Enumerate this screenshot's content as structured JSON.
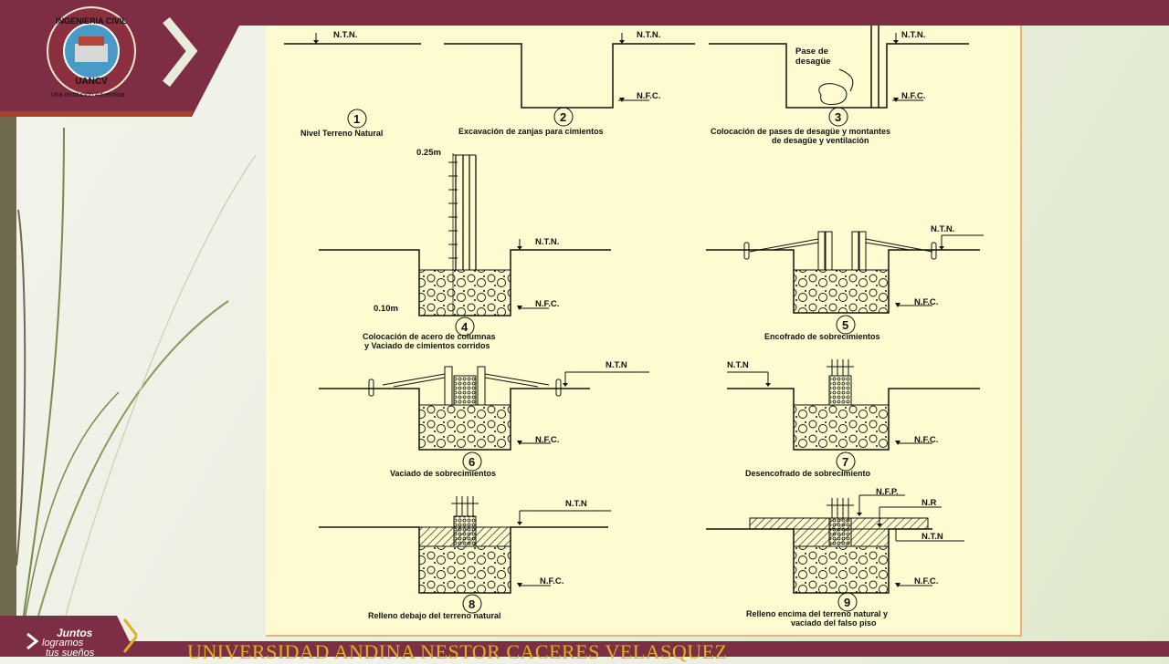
{
  "logo": {
    "line1": "INGENIERIA CIVIL",
    "line2": "UANCV",
    "tagline": "Una Institución Adventista"
  },
  "badge": {
    "line1": "Juntos",
    "line2": "logramos",
    "line3": "tus sueños"
  },
  "footer": {
    "text": "UNIVERSIDAD ANDINA NESTOR CACERES VELASQUEZ"
  },
  "diagram": {
    "ntn": "N.T.N.",
    "nfc": "N.F.C.",
    "ntn_short": "N.T.N",
    "nfp": "N.F.P.",
    "nr": "N.R",
    "pase": "Pase de",
    "desague": "desagüe",
    "dim_top": "0.25m",
    "dim_bottom": "0.10m",
    "steps": [
      {
        "n": "1",
        "caption": "Nivel Terreno Natural",
        "caption2": ""
      },
      {
        "n": "2",
        "caption": "Excavación de zanjas para cimientos",
        "caption2": ""
      },
      {
        "n": "3",
        "caption": "Colocación de pases de desagüe y montantes",
        "caption2": "de desagüe y ventilación"
      },
      {
        "n": "4",
        "caption": "Colocación de acero de columnas",
        "caption2": "y Vaciado de cimientos corridos"
      },
      {
        "n": "5",
        "caption": "Encofrado de sobrecimientos",
        "caption2": ""
      },
      {
        "n": "6",
        "caption": "Vaciado de sobrecimientos",
        "caption2": ""
      },
      {
        "n": "7",
        "caption": "Desencofrado de sobrecimiento",
        "caption2": ""
      },
      {
        "n": "8",
        "caption": "Relleno debajo del terreno natural",
        "caption2": ""
      },
      {
        "n": "9",
        "caption": "Relleno encima del terreno natural y",
        "caption2": "vaciado del falso piso"
      }
    ]
  },
  "colors": {
    "maroon": "#7d2e45",
    "sheet": "#fdfbcf",
    "footer_text": "#e0b020"
  }
}
